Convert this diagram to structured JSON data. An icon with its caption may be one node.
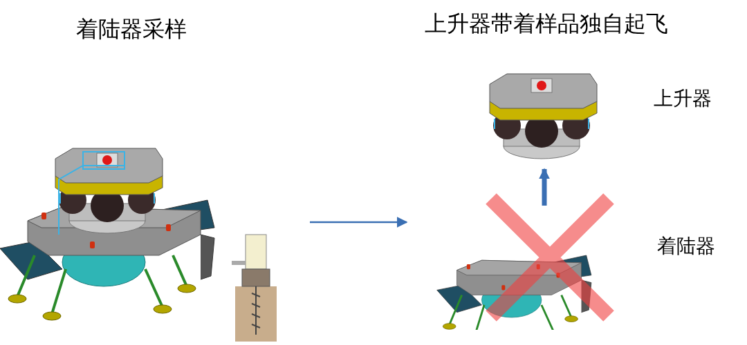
{
  "diagram": {
    "nodes": [
      {
        "text": [],
        "shape": "picture"
      },
      {
        "text": [],
        "shape": "picture",
        "beside": [
          "上升器"
        ]
      },
      {
        "text": [],
        "shape": "picture",
        "beside": [
          "着陆器"
        ]
      }
    ],
    "edges": [
      {
        "from": 0,
        "to": 2,
        "arrow": "to"
      },
      {
        "from": 2,
        "to": 1,
        "arrow": "to",
        "style": "thick"
      }
    ],
    "labels": [
      "着陆器采样",
      "上升器带着样品独自起飞"
    ]
  }
}
